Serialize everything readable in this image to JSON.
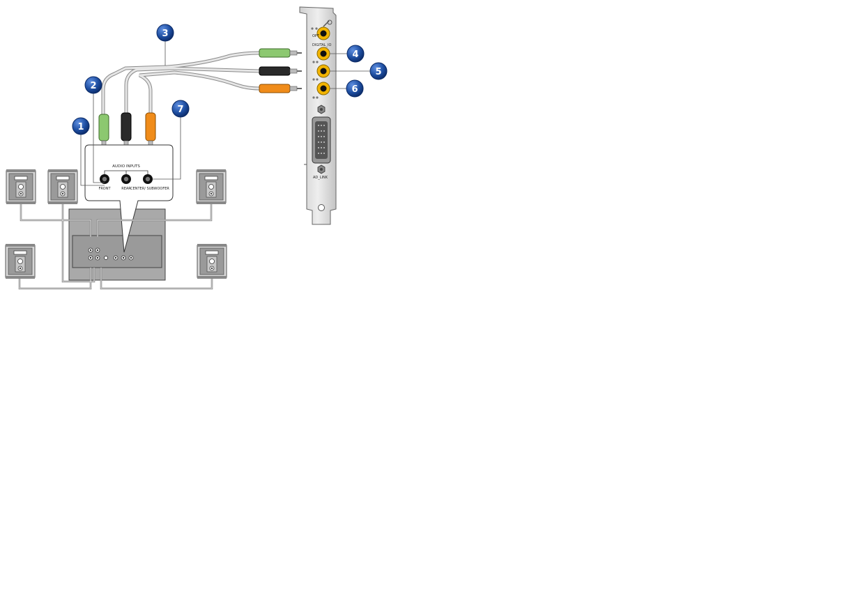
{
  "callouts": [
    "1",
    "2",
    "3",
    "4",
    "5",
    "6",
    "7"
  ],
  "amp_panel": {
    "title": "AUDIO INPUTS",
    "jacks": [
      "FRONT",
      "REAR",
      "CENTER/ SUBWOOFER"
    ]
  },
  "card_bracket": {
    "labels": [
      "OPT",
      "DIGITAL_IO",
      "AD_LINK"
    ],
    "jack_color": "#f2b400"
  },
  "plug_colors": {
    "front": "#8cc870",
    "rear": "#2a2a2a",
    "center_subwoofer": "#f08c1a"
  },
  "callout_color": "#1d4da0"
}
